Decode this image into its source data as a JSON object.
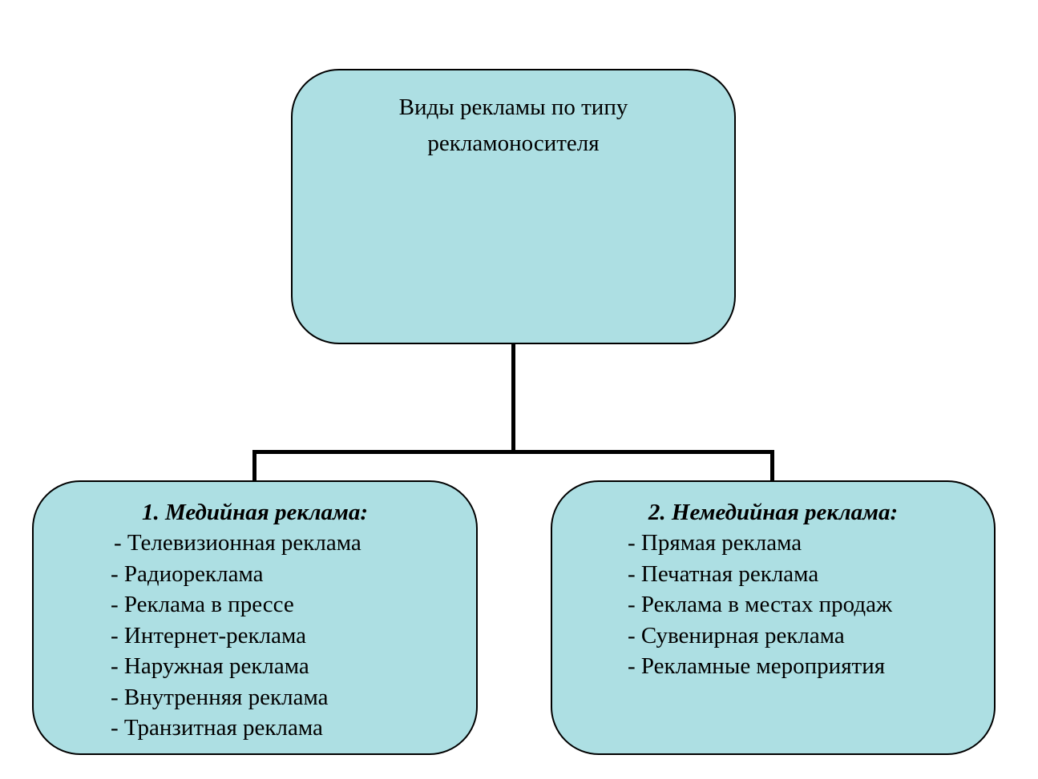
{
  "root": {
    "lines": [
      "Виды рекламы по типу",
      "рекламоносителя"
    ]
  },
  "branches": [
    {
      "heading": "1. Медийная реклама:",
      "items": [
        "- Телевизионная реклама",
        "- Радиореклама",
        "- Реклама в прессе",
        "- Интернет-реклама",
        "- Наружная реклама",
        "- Внутренняя реклама",
        "- Транзитная реклама"
      ]
    },
    {
      "heading": "2. Немедийная реклама:",
      "items": [
        "- Прямая реклама",
        "- Печатная реклама",
        "- Реклама в местах продаж",
        "- Сувенирная реклама",
        "- Рекламные мероприятия"
      ]
    }
  ],
  "colors": {
    "box_fill": "#addfe3",
    "stroke": "#000000"
  }
}
